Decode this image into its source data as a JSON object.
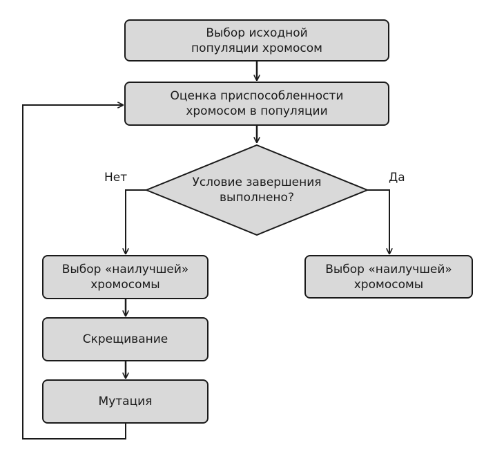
{
  "diagram": {
    "nodes": {
      "start": {
        "label": "Выбор исходной\nпопуляции хромосом"
      },
      "evaluate": {
        "label": "Оценка приспособленности\nхромосом в популяции"
      },
      "condition": {
        "label": "Условие завершения\nвыполнено?"
      },
      "select_left": {
        "label": "Выбор «наилучшей»\nхромосомы"
      },
      "select_right": {
        "label": "Выбор «наилучшей»\nхромосомы"
      },
      "crossover": {
        "label": "Скрещивание"
      },
      "mutation": {
        "label": "Мутация"
      }
    },
    "edges": {
      "no_label": "Нет",
      "yes_label": "Да"
    }
  }
}
